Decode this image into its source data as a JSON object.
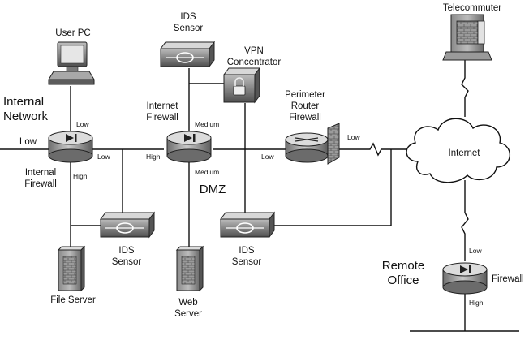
{
  "labels": {
    "user_pc": "User PC",
    "ids_sensor_top_1": "IDS",
    "ids_sensor_top_2": "Sensor",
    "vpn_1": "VPN",
    "vpn_2": "Concentrator",
    "telecommuter": "Telecommuter",
    "internal_network_1": "Internal",
    "internal_network_2": "Network",
    "internet_firewall_1": "Internet",
    "internet_firewall_2": "Firewall",
    "perimeter_1": "Perimeter",
    "perimeter_2": "Router",
    "perimeter_3": "Firewall",
    "internal_firewall_1": "Internal",
    "internal_firewall_2": "Firewall",
    "internet": "Internet",
    "dmz": "DMZ",
    "ids_left_1": "IDS",
    "ids_left_2": "Sensor",
    "ids_right_1": "IDS",
    "ids_right_2": "Sensor",
    "file_server": "File Server",
    "web_server_1": "Web",
    "web_server_2": "Server",
    "remote_office_1": "Remote",
    "remote_office_2": "Office",
    "remote_firewall": "Firewall"
  },
  "security_levels": {
    "internal_top": "Low",
    "internal_left": "Low",
    "internal_right": "Low",
    "internal_bottom": "High",
    "inet_fw_left": "High",
    "inet_fw_top": "Medium",
    "inet_fw_bottom": "Medium",
    "inet_fw_right": "Low",
    "perimeter_right": "Low",
    "remote_top": "Low",
    "remote_bottom": "High"
  },
  "icons": {
    "firewall_router": "firewall-router-icon",
    "ids_sensor": "ids-sensor-icon",
    "vpn_concentrator": "vpn-concentrator-icon",
    "perimeter_router": "perimeter-router-firewall-icon",
    "server": "server-icon",
    "workstation": "workstation-icon",
    "cloud": "internet-cloud-icon"
  },
  "colors": {
    "device_body": "#9a9a9a",
    "device_top": "#d8d8d8",
    "wire": "#111111",
    "brick": "#7a7a7a"
  }
}
